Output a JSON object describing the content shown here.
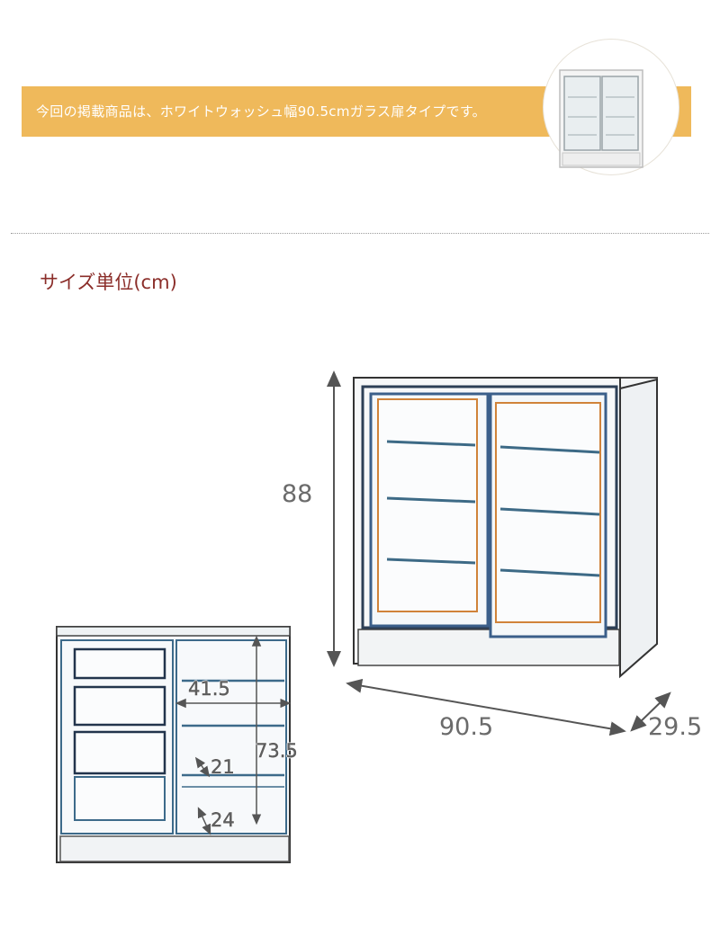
{
  "banner": {
    "text": "今回の掲載商品は、ホワイトウォッシュ幅90.5cmガラス扉タイプです。",
    "color": "#efb95b"
  },
  "heading": {
    "text": "サイズ単位(cm)",
    "color": "#8b2e2a"
  },
  "dimensions": {
    "height": "88",
    "width": "90.5",
    "depth": "29.5",
    "inner_width": "41.5",
    "inner_height": "73.5",
    "shelf_pitch": "21",
    "bottom_pitch": "24"
  },
  "icons": {
    "thumbnail": "cabinet-thumbnail-icon",
    "front_view": "cabinet-front-illustration",
    "inner_view": "cabinet-inner-illustration"
  }
}
